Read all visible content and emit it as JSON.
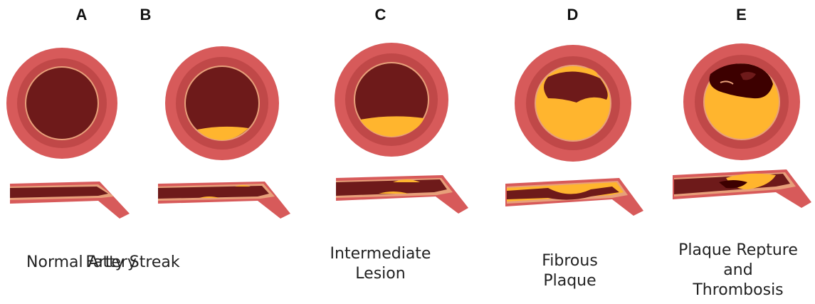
{
  "colors": {
    "outer_wall": "#d75a5a",
    "middle_wall": "#c04848",
    "inner_ring": "#b25050",
    "lumen": "#6e1a1a",
    "intima_edge": "#e8a07a",
    "plaque": "#ffb52e",
    "thrombus": "#3d0000"
  },
  "panels": [
    {
      "letter": "A",
      "caption": [
        "Normal Artery"
      ]
    },
    {
      "letter": "B",
      "caption": [
        "Fatty Streak"
      ]
    },
    {
      "letter": "C",
      "caption": [
        "Intermediate",
        "Lesion"
      ]
    },
    {
      "letter": "D",
      "caption": [
        "Fibrous",
        "Plaque"
      ]
    },
    {
      "letter": "E",
      "caption": [
        "Plaque Repture",
        "and",
        "Thrombosis"
      ]
    }
  ]
}
